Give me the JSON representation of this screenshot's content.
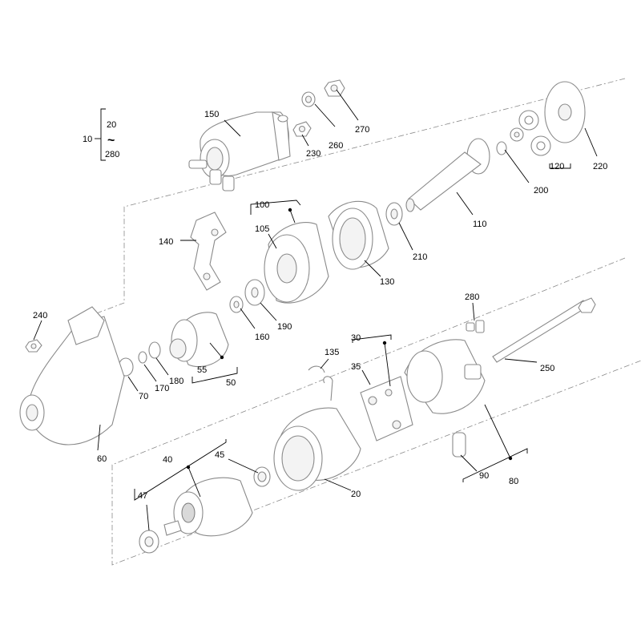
{
  "callouts": {
    "c10": "10",
    "c20a": "20",
    "c280a": "280",
    "tilde": "~",
    "c150": "150",
    "c230": "230",
    "c260": "260",
    "c270": "270",
    "c120": "120",
    "c200": "200",
    "c220": "220",
    "c110": "110",
    "c100": "100",
    "c105": "105",
    "c130": "130",
    "c210": "210",
    "c140": "140",
    "c160": "160",
    "c190": "190",
    "c240": "240",
    "c60": "60",
    "c70": "70",
    "c170": "170",
    "c180": "180",
    "c55": "55",
    "c50": "50",
    "c135": "135",
    "c30": "30",
    "c35": "35",
    "c280b": "280",
    "c250": "250",
    "c90": "90",
    "c80": "80",
    "c40": "40",
    "c45": "45",
    "c47": "47",
    "c20b": "20"
  }
}
